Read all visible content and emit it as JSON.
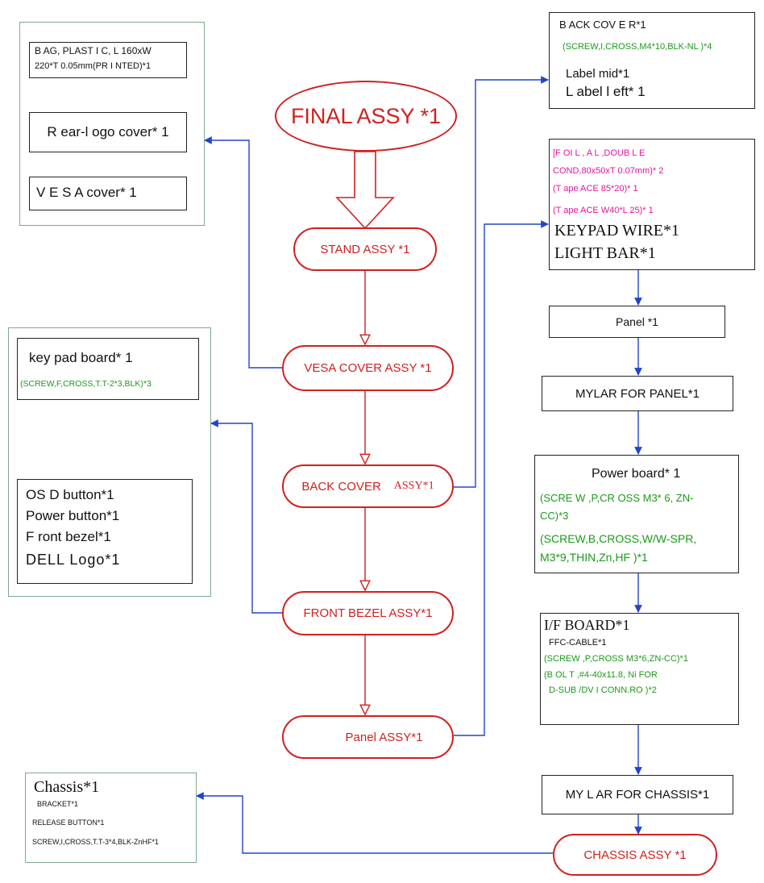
{
  "final": {
    "label": "FINAL ASSY *1"
  },
  "main": {
    "stand": "STAND ASSY *1",
    "vesa": "VESA COVER ASSY *1",
    "back": "BACK COVER",
    "back_suffix": "ASSY*1",
    "front": "FRONT BEZEL ASSY*1",
    "panel": "Panel ASSY*1",
    "chassis": "CHASSIS ASSY *1"
  },
  "vesa_group": {
    "bag_line1": "B AG, PLAST I C, L 160xW",
    "bag_line2": "220*T 0.05mm(PR I NTED)*1",
    "rear_logo": "R ear-l ogo cover* 1",
    "vesa_cover": "V E S A  cover* 1"
  },
  "front_group": {
    "keypad": "key pad board* 1",
    "keypad_screw": "(SCREW,F,CROSS,T.T-2*3,BLK)*3",
    "osd": "OS D button*1",
    "power_button": "Power button*1",
    "front_bezel": "F ront bezel*1",
    "dell_logo": "DELL Logo*1"
  },
  "back_group": {
    "title": "B ACK COV E R*1",
    "screw": "(SCREW,I,CROSS,M4*10,BLK-NL  )*4",
    "label_mid": "Label  mid*1",
    "label_left": "L abel  l eft* 1"
  },
  "panel_group": {
    "foil1": "[F OI L , A L ,DOUB L E",
    "foil2": "COND,80x50xT 0.07mm)* 2",
    "tape1": "(T ape ACE  85*20)* 1",
    "tape2": "(T ape ACE  W40*L 25)* 1",
    "keypad_wire": "KEYPAD WIRE*1",
    "light_bar": "LIGHT BAR*1"
  },
  "right_chain": {
    "panel": "Panel *1",
    "mylar_panel": "MYLAR FOR PANEL*1",
    "power_board": "Power board* 1",
    "pb_screw1a": "(SCRE W ,P,CR OSS M3* 6, ZN-",
    "pb_screw1b": "CC)*3",
    "pb_screw2a": "(SCREW,B,CROSS,W/W-SPR,",
    "pb_screw2b": "M3*9,THIN,Zn,HF  )*1",
    "if_board": "I/F BOARD*1",
    "ffc": "FFC-CABLE*1",
    "if_screw": "(SCREW ,P,CROSS M3*6,ZN-CC)*1",
    "bolt1": "(B OL T ,#4-40x11.8, Ni FOR",
    "bolt2": "D-SUB /DV I  CONN.RO )*2",
    "mylar_chassis": "MY L AR FOR CHASSIS*1"
  },
  "chassis_group": {
    "title": "Chassis*1",
    "bracket": "BRACKET*1",
    "release": "RELEASE BUTTON*1",
    "screw": "SCREW,I,CROSS,T.T-3*4,BLK-ZnHF*1"
  },
  "colors": {
    "red": "#d02020",
    "blue": "#2244cc",
    "green": "#1a9a1a",
    "magenta": "#e0149e",
    "group_border": "#7fa98f"
  }
}
